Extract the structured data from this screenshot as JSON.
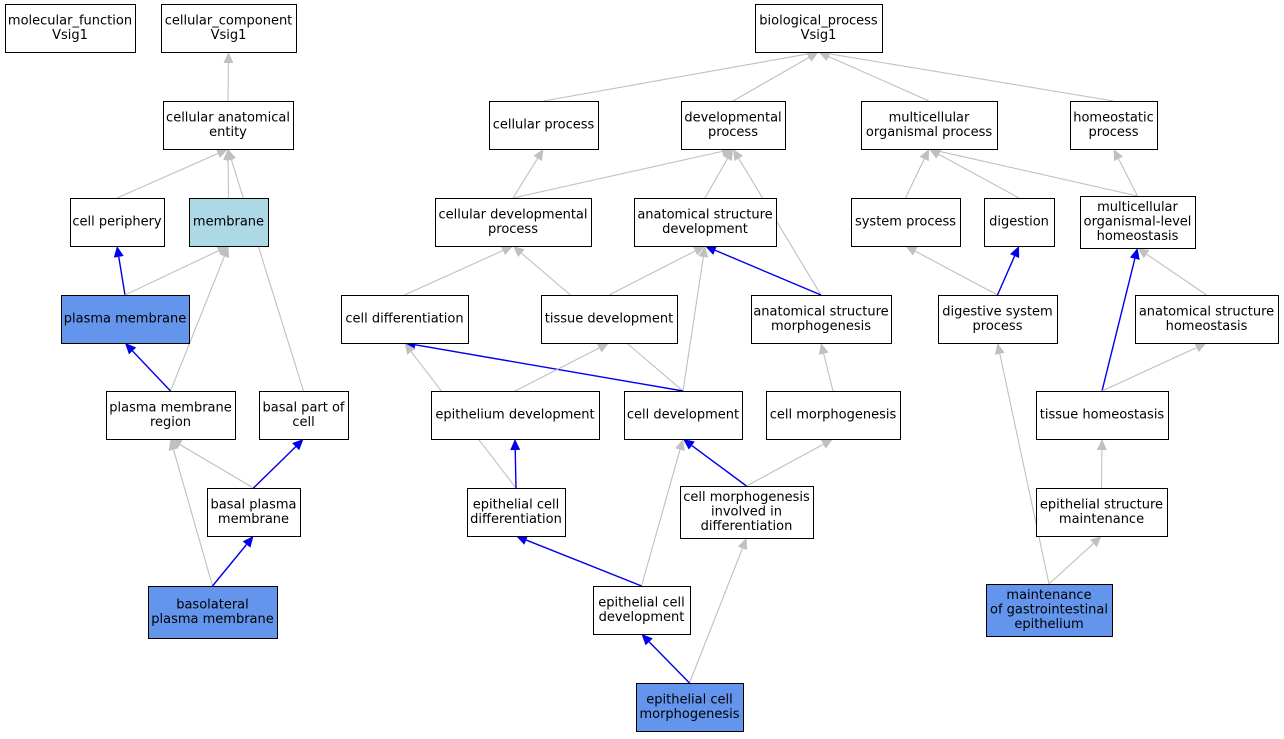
{
  "colors": {
    "default_fill": "#ffffff",
    "highlight_fill": "#6495ed",
    "light_fill": "#add8e6",
    "gray_edge": "#c0c0c0",
    "blue_edge": "#0000ee"
  },
  "nodes": [
    {
      "id": "mf",
      "lines": [
        "molecular_function",
        "Vsig1"
      ],
      "fill": "default"
    },
    {
      "id": "cc",
      "lines": [
        "cellular_component",
        "Vsig1"
      ],
      "fill": "default"
    },
    {
      "id": "bp",
      "lines": [
        "biological_process",
        "Vsig1"
      ],
      "fill": "default"
    },
    {
      "id": "cae",
      "lines": [
        "cellular anatomical",
        "entity"
      ],
      "fill": "default"
    },
    {
      "id": "cellproc",
      "lines": [
        "cellular process"
      ],
      "fill": "default"
    },
    {
      "id": "devproc",
      "lines": [
        "developmental",
        "process"
      ],
      "fill": "default"
    },
    {
      "id": "mcop",
      "lines": [
        "multicellular",
        "organismal process"
      ],
      "fill": "default"
    },
    {
      "id": "homproc",
      "lines": [
        "homeostatic",
        "process"
      ],
      "fill": "default"
    },
    {
      "id": "cellper",
      "lines": [
        "cell periphery"
      ],
      "fill": "default"
    },
    {
      "id": "membrane",
      "lines": [
        "membrane"
      ],
      "fill": "light"
    },
    {
      "id": "celldevproc",
      "lines": [
        "cellular developmental",
        "process"
      ],
      "fill": "default"
    },
    {
      "id": "asd",
      "lines": [
        "anatomical structure",
        "development"
      ],
      "fill": "default"
    },
    {
      "id": "sysproc",
      "lines": [
        "system process"
      ],
      "fill": "default"
    },
    {
      "id": "digestion",
      "lines": [
        "digestion"
      ],
      "fill": "default"
    },
    {
      "id": "mclh",
      "lines": [
        "multicellular",
        "organismal-level",
        "homeostasis"
      ],
      "fill": "default"
    },
    {
      "id": "pm",
      "lines": [
        "plasma membrane"
      ],
      "fill": "highlight"
    },
    {
      "id": "celldiff",
      "lines": [
        "cell differentiation"
      ],
      "fill": "default"
    },
    {
      "id": "tissdev",
      "lines": [
        "tissue development"
      ],
      "fill": "default"
    },
    {
      "id": "asm",
      "lines": [
        "anatomical structure",
        "morphogenesis"
      ],
      "fill": "default"
    },
    {
      "id": "dsp",
      "lines": [
        "digestive system",
        "process"
      ],
      "fill": "default"
    },
    {
      "id": "ash",
      "lines": [
        "anatomical structure",
        "homeostasis"
      ],
      "fill": "default"
    },
    {
      "id": "pmr",
      "lines": [
        "plasma membrane",
        "region"
      ],
      "fill": "default"
    },
    {
      "id": "bpc",
      "lines": [
        "basal part of",
        "cell"
      ],
      "fill": "default"
    },
    {
      "id": "epidev",
      "lines": [
        "epithelium development"
      ],
      "fill": "default"
    },
    {
      "id": "celldev",
      "lines": [
        "cell development"
      ],
      "fill": "default"
    },
    {
      "id": "cellmorph",
      "lines": [
        "cell morphogenesis"
      ],
      "fill": "default"
    },
    {
      "id": "tisshom",
      "lines": [
        "tissue homeostasis"
      ],
      "fill": "default"
    },
    {
      "id": "bpm",
      "lines": [
        "basal plasma",
        "membrane"
      ],
      "fill": "default"
    },
    {
      "id": "ecd",
      "lines": [
        "epithelial cell",
        "differentiation"
      ],
      "fill": "default"
    },
    {
      "id": "cmid",
      "lines": [
        "cell morphogenesis",
        "involved in",
        "differentiation"
      ],
      "fill": "default"
    },
    {
      "id": "esm",
      "lines": [
        "epithelial structure",
        "maintenance"
      ],
      "fill": "default"
    },
    {
      "id": "blpm",
      "lines": [
        "basolateral",
        "plasma membrane"
      ],
      "fill": "highlight"
    },
    {
      "id": "ecdev",
      "lines": [
        "epithelial cell",
        "development"
      ],
      "fill": "default"
    },
    {
      "id": "mge",
      "lines": [
        "maintenance",
        "of gastrointestinal",
        "epithelium"
      ],
      "fill": "highlight"
    },
    {
      "id": "ecm",
      "lines": [
        "epithelial cell",
        "morphogenesis"
      ],
      "fill": "highlight"
    }
  ],
  "edges": [
    {
      "from": "cae",
      "to": "cc",
      "color": "gray"
    },
    {
      "from": "cellproc",
      "to": "bp",
      "color": "gray"
    },
    {
      "from": "devproc",
      "to": "bp",
      "color": "gray"
    },
    {
      "from": "mcop",
      "to": "bp",
      "color": "gray"
    },
    {
      "from": "homproc",
      "to": "bp",
      "color": "gray"
    },
    {
      "from": "cellper",
      "to": "cae",
      "color": "gray"
    },
    {
      "from": "membrane",
      "to": "cae",
      "color": "gray"
    },
    {
      "from": "bpc",
      "to": "cae",
      "color": "gray"
    },
    {
      "from": "celldevproc",
      "to": "cellproc",
      "color": "gray"
    },
    {
      "from": "celldevproc",
      "to": "devproc",
      "color": "gray"
    },
    {
      "from": "asd",
      "to": "devproc",
      "color": "gray"
    },
    {
      "from": "asm",
      "to": "devproc",
      "color": "gray"
    },
    {
      "from": "sysproc",
      "to": "mcop",
      "color": "gray"
    },
    {
      "from": "digestion",
      "to": "mcop",
      "color": "gray"
    },
    {
      "from": "mclh",
      "to": "mcop",
      "color": "gray"
    },
    {
      "from": "mclh",
      "to": "homproc",
      "color": "gray"
    },
    {
      "from": "pm",
      "to": "cellper",
      "color": "blue"
    },
    {
      "from": "pm",
      "to": "membrane",
      "color": "gray"
    },
    {
      "from": "pmr",
      "to": "membrane",
      "color": "gray"
    },
    {
      "from": "celldiff",
      "to": "celldevproc",
      "color": "gray"
    },
    {
      "from": "celldev",
      "to": "celldevproc",
      "color": "gray"
    },
    {
      "from": "tissdev",
      "to": "asd",
      "color": "gray"
    },
    {
      "from": "asm",
      "to": "asd",
      "color": "blue"
    },
    {
      "from": "celldev",
      "to": "asd",
      "color": "gray"
    },
    {
      "from": "dsp",
      "to": "sysproc",
      "color": "gray"
    },
    {
      "from": "dsp",
      "to": "digestion",
      "color": "blue"
    },
    {
      "from": "ash",
      "to": "mclh",
      "color": "gray"
    },
    {
      "from": "tisshom",
      "to": "mclh",
      "color": "blue"
    },
    {
      "from": "pmr",
      "to": "pm",
      "color": "blue"
    },
    {
      "from": "celldev",
      "to": "celldiff",
      "color": "blue"
    },
    {
      "from": "ecd",
      "to": "celldiff",
      "color": "gray"
    },
    {
      "from": "epidev",
      "to": "tissdev",
      "color": "gray"
    },
    {
      "from": "cellmorph",
      "to": "asm",
      "color": "gray"
    },
    {
      "from": "mge",
      "to": "dsp",
      "color": "gray"
    },
    {
      "from": "tisshom",
      "to": "ash",
      "color": "gray"
    },
    {
      "from": "bpm",
      "to": "pmr",
      "color": "gray"
    },
    {
      "from": "blpm",
      "to": "pmr",
      "color": "gray"
    },
    {
      "from": "bpm",
      "to": "bpc",
      "color": "blue"
    },
    {
      "from": "ecd",
      "to": "epidev",
      "color": "blue"
    },
    {
      "from": "cmid",
      "to": "celldev",
      "color": "blue"
    },
    {
      "from": "ecdev",
      "to": "celldev",
      "color": "gray"
    },
    {
      "from": "cmid",
      "to": "cellmorph",
      "color": "gray"
    },
    {
      "from": "esm",
      "to": "tisshom",
      "color": "gray"
    },
    {
      "from": "blpm",
      "to": "bpm",
      "color": "blue"
    },
    {
      "from": "ecdev",
      "to": "ecd",
      "color": "blue"
    },
    {
      "from": "ecm",
      "to": "cmid",
      "color": "gray"
    },
    {
      "from": "mge",
      "to": "esm",
      "color": "gray"
    },
    {
      "from": "ecm",
      "to": "ecdev",
      "color": "blue"
    }
  ]
}
